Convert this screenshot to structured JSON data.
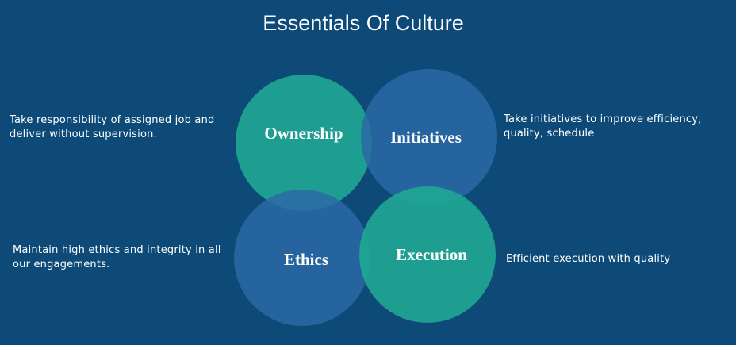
{
  "title": "Essentials Of Culture",
  "colors": {
    "background": "#0d4a78",
    "teal": "#1fa792",
    "blue": "#2a68a5",
    "text": "#ffffff"
  },
  "circles": [
    {
      "label": "Ownership",
      "description": "Take responsibility of assigned job and\ndeliver without supervision.",
      "color": "teal"
    },
    {
      "label": "Initiatives",
      "description": "Take initiatives  to improve efficiency,\nquality, schedule",
      "color": "blue"
    },
    {
      "label": "Ethics",
      "description": "Maintain  high ethics and integrity in all\nour engagements.",
      "color": "blue"
    },
    {
      "label": "Execution",
      "description": "Efficient  execution with quality",
      "color": "teal"
    }
  ]
}
